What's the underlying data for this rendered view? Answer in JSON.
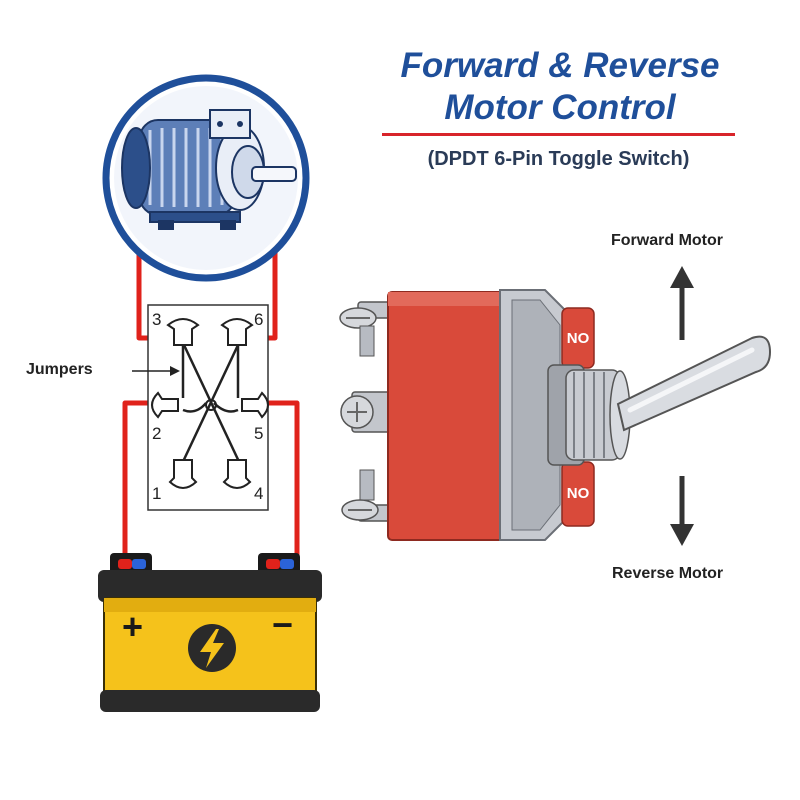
{
  "title": {
    "line1": "Forward & Reverse",
    "line2": "Motor Control",
    "subtitle": "(DPDT 6-Pin Toggle Switch)"
  },
  "directions": {
    "forward": "Forward Motor",
    "reverse": "Reverse Motor"
  },
  "switch_block": {
    "jumpers_label": "Jumpers",
    "pins": [
      "1",
      "2",
      "3",
      "4",
      "5",
      "6"
    ]
  },
  "toggle_switch": {
    "top_label": "NO",
    "bottom_label": "NO",
    "body_color": "#d94a3a",
    "metal_color": "#b9bcc2"
  },
  "battery": {
    "positive_symbol": "+",
    "negative_symbol": "−",
    "body_color": "#f5c21b"
  },
  "colors": {
    "title_blue": "#1f4f9a",
    "rule_red": "#d8242a",
    "wire_red": "#e0221b",
    "motor_ring": "#1f4f9a"
  },
  "icons": [
    "motor-icon",
    "lightning-bolt-icon",
    "up-arrow-icon",
    "down-arrow-icon"
  ]
}
